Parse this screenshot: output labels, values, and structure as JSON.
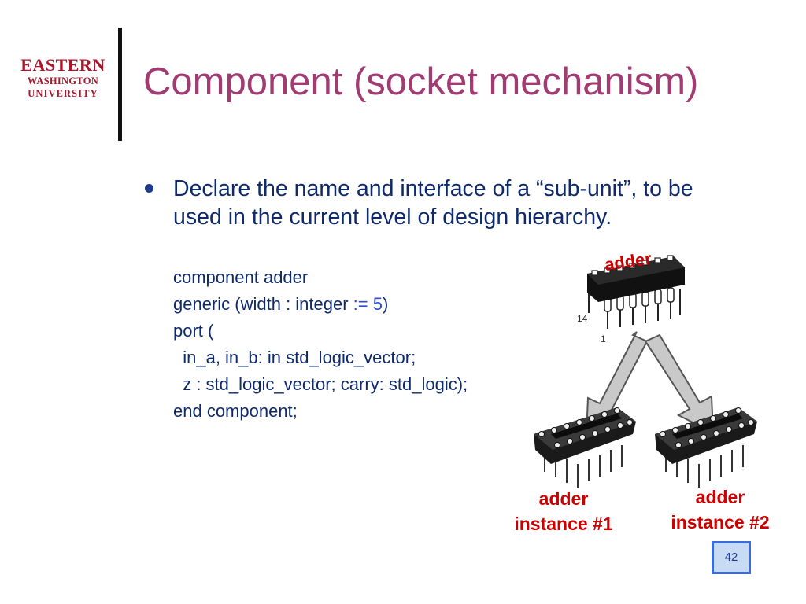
{
  "logo": {
    "line1": "EASTERN",
    "line2": "WASHINGTON",
    "line3": "UNIVERSITY"
  },
  "title": "Component (socket mechanism)",
  "bullet": "Declare the name and interface of a “sub-unit”, to be used in the current level of design hierarchy.",
  "code": {
    "line1": "component adder",
    "line2_pre": "generic (width : integer ",
    "line2_op": ":= ",
    "line2_val": "5",
    "line2_post": ")",
    "line3": "port (",
    "line4": "  in_a, in_b: in std_logic_vector;",
    "line5": "  z : std_logic_vector; carry: std_logic);",
    "line6": "end component;"
  },
  "figure": {
    "chip_label": "adder",
    "pin_14": "14",
    "pin_1": "1",
    "instance1_line1": "adder",
    "instance1_line2": "instance #1",
    "instance2_line1": "adder",
    "instance2_line2": "instance #2"
  },
  "page_number": "42"
}
